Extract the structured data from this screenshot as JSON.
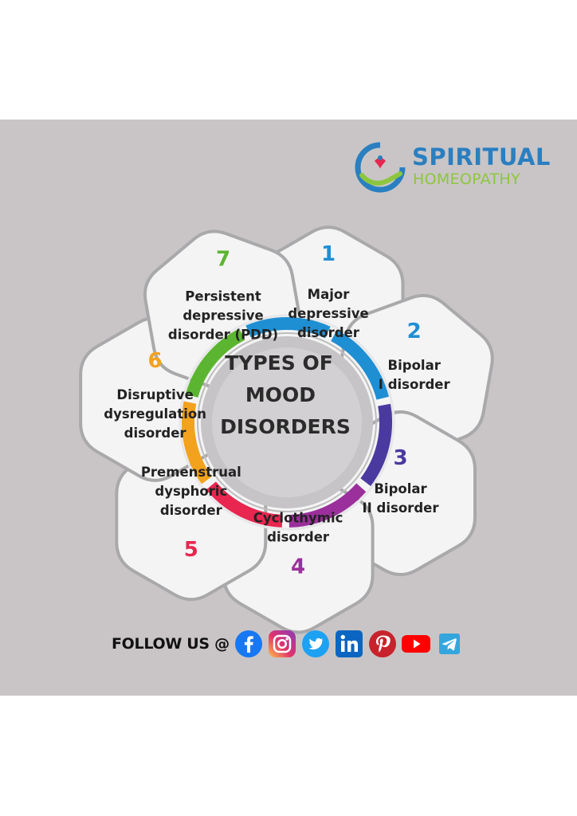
{
  "brand": {
    "name_line1": "SPIRITUAL",
    "name_line2": "HOMEOPATHY",
    "colors": {
      "blue": "#2a7fc1",
      "green": "#8cc63e"
    }
  },
  "center": {
    "line1": "TYPES OF",
    "line2": "MOOD",
    "line3": "DISORDERS"
  },
  "types": [
    {
      "number": "1",
      "lines": [
        "Major",
        "depressive",
        "disorder"
      ],
      "color": "#1f8fd3"
    },
    {
      "number": "2",
      "lines": [
        "Bipolar",
        "I disorder"
      ],
      "color": "#1f8fd3"
    },
    {
      "number": "3",
      "lines": [
        "Bipolar",
        "II disorder"
      ],
      "color": "#4a3aa0"
    },
    {
      "number": "4",
      "lines": [
        "Cyclothymic",
        "disorder"
      ],
      "color": "#9b2f9b"
    },
    {
      "number": "5",
      "lines": [
        "Premenstrual",
        "dysphoric",
        "disorder"
      ],
      "color": "#e8264f"
    },
    {
      "number": "6",
      "lines": [
        "Disruptive",
        "dysregulation",
        "disorder"
      ],
      "color": "#f3a21d"
    },
    {
      "number": "7",
      "lines": [
        "Persistent",
        "depressive",
        "disorder (PDD)"
      ],
      "color": "#5cb531"
    }
  ],
  "footer": {
    "label": "FOLLOW US @"
  },
  "social_icons": [
    "facebook-icon",
    "instagram-icon",
    "twitter-icon",
    "linkedin-icon",
    "pinterest-icon",
    "youtube-icon",
    "telegram-icon"
  ]
}
